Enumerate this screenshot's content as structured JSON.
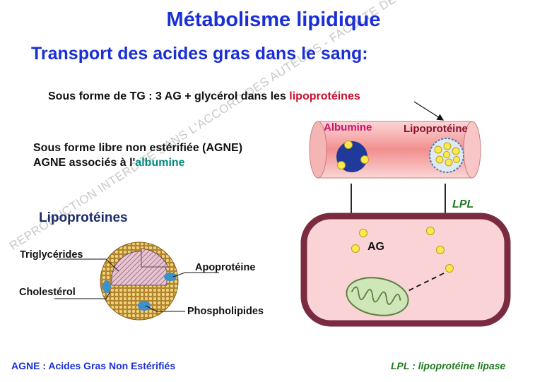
{
  "title": "Métabolisme lipidique",
  "subtitle": "Transport des acides gras dans le sang:",
  "line1": {
    "prefix": "Sous forme de  TG : 3 AG + glycérol dans les ",
    "highlight": "lipoprotéines"
  },
  "line2": "Sous forme libre non estérifiée (AGNE)",
  "line3": {
    "prefix": "AGNE associés à l'",
    "highlight": "albumine"
  },
  "vessel": {
    "albumine_label": "Albumine",
    "lipoproteine_label": "Lipoprotéine"
  },
  "cell": {
    "ag_label": "AG",
    "lpl_label": "LPL"
  },
  "lipoproteines": {
    "heading": "Lipoprotéines",
    "triglycerides": "Triglycérides",
    "cholesterol": "Cholestérol",
    "apoproteine": "Apoprotéine",
    "phospholipides": "Phospholipides"
  },
  "footer": {
    "left": "AGNE : Acides Gras Non Estérifiés",
    "right": "LPL : lipoprotéine lipase"
  },
  "watermark": "REPRODUCTION INTERDITE SANS L'ACCORD DES AUTEURS - FACULTE DE MEDECIN - UNS",
  "colors": {
    "title_blue": "#1a2fd6",
    "highlight_red": "#c8102e",
    "albumine_teal": "#008a7c",
    "vessel_pink": "#f4b7b7",
    "lpl_green": "#1f7a1f"
  }
}
